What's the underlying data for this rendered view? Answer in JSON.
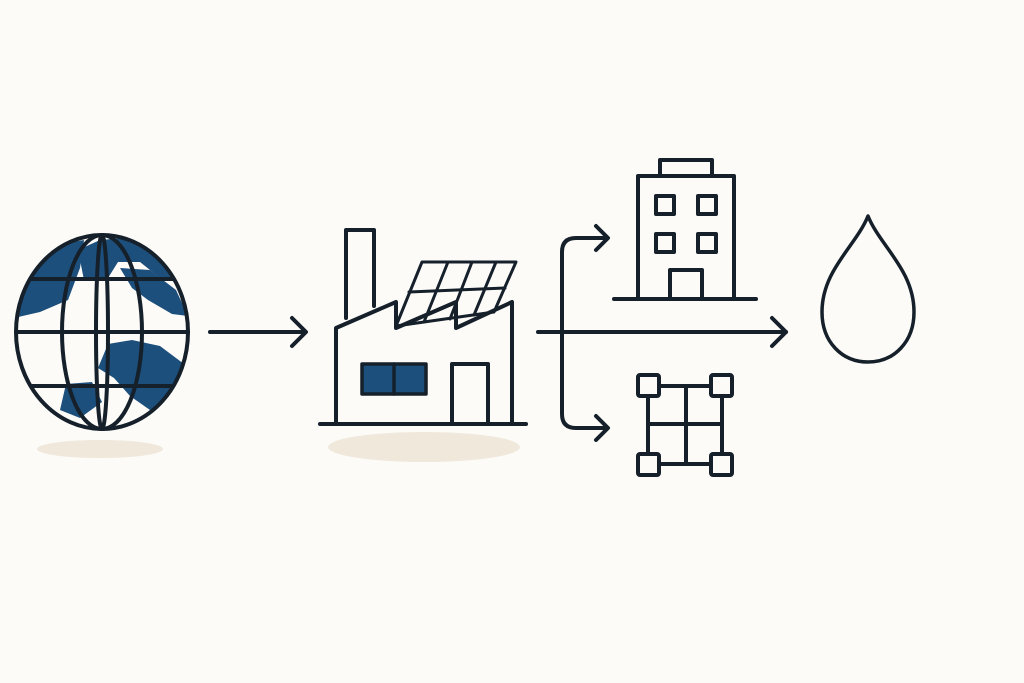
{
  "colors": {
    "background": "#fcfbf8",
    "ink": "#15202b",
    "navy": "#1d4f7c",
    "solar": "#f5be2c",
    "shadow": "#efe8db"
  },
  "nodes": [
    {
      "id": "globe",
      "icon": "globe-icon"
    },
    {
      "id": "factory",
      "icon": "factory-with-solar-panels-icon"
    },
    {
      "id": "office",
      "icon": "office-building-icon"
    },
    {
      "id": "network",
      "icon": "grid-network-icon"
    },
    {
      "id": "drop",
      "icon": "water-drop-icon"
    }
  ],
  "edges": [
    {
      "from": "globe",
      "to": "factory"
    },
    {
      "from": "factory",
      "to": "office"
    },
    {
      "from": "factory",
      "to": "drop"
    },
    {
      "from": "factory",
      "to": "network"
    }
  ]
}
